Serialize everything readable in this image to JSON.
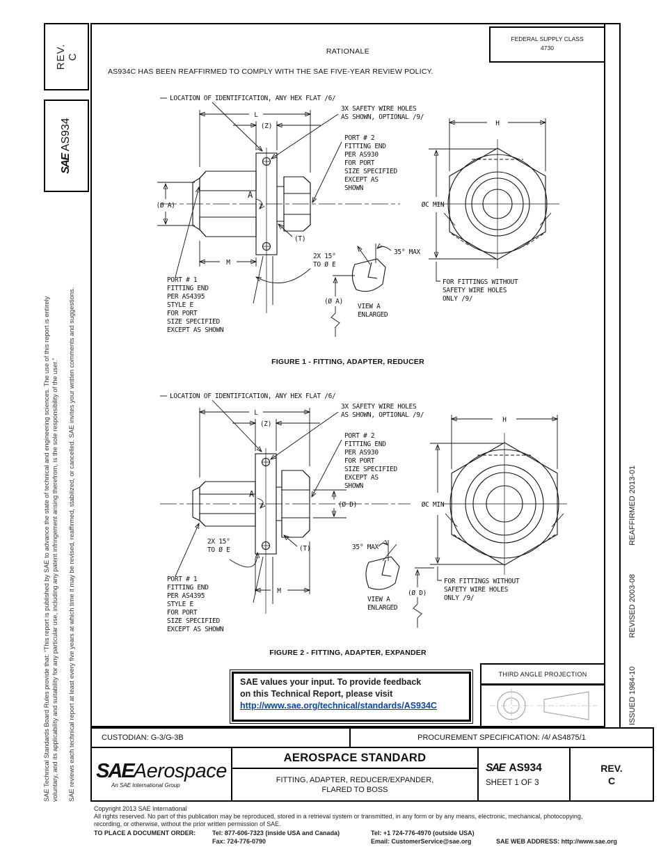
{
  "header": {
    "rev_label": "REV.",
    "rev_value": "C",
    "sae_logo": "SAE",
    "doc_number": "AS934",
    "federal_supply_class": "FEDERAL SUPPLY CLASS",
    "federal_supply_value": "4730",
    "rationale_title": "RATIONALE",
    "rationale_body": "AS934C HAS BEEN REAFFIRMED TO COMPLY WITH THE SAE FIVE-YEAR REVIEW POLICY."
  },
  "margins": {
    "left_notice_line1": "SAE Technical Standards Board Rules provide that: “This report is published by SAE to advance the state of technical and engineering sciences. The use of this report is entirely",
    "left_notice_line2": "voluntary, and its applicability and suitability for any particular use, including any patent infringement arising therefrom, is the sole responsibility of the user.”",
    "left_notice2": "SAE reviews each technical report at least every five years at which time it may be revised, reaffirmed, stabilized, or cancelled. SAE invites your written comments and suggestions.",
    "issued": "ISSUED 1984-10",
    "revised": "REVISED 2003-08",
    "reaffirmed": "REAFFIRMED 2013-01"
  },
  "figure1": {
    "caption": "FIGURE 1 - FITTING, ADAPTER, REDUCER",
    "location_id": "LOCATION OF IDENTIFICATION, ANY HEX FLAT /6/",
    "safety1": "3X SAFETY WIRE HOLES",
    "safety2": "AS SHOWN, OPTIONAL /9/",
    "port2": [
      "PORT # 2",
      "FITTING END",
      "PER AS930",
      "FOR PORT",
      "SIZE SPECIFIED",
      "EXCEPT AS",
      "SHOWN"
    ],
    "port1": [
      "PORT # 1",
      "FITTING END",
      "PER AS4395",
      "STYLE E",
      "FOR PORT",
      "SIZE SPECIFIED",
      "EXCEPT AS SHOWN"
    ],
    "dim_l": "L",
    "dim_z": "(Z)",
    "dim_m": "M",
    "dim_t": "(T)",
    "dim_h": "H",
    "dia_a": "(Ø A)",
    "view_ref": "A",
    "angle1a": "2X 15°",
    "angle1b": "TO Ø E",
    "angle2": "35° MAX",
    "dia_a2": "(Ø A)",
    "view_label": "VIEW A",
    "view_sub": "ENLARGED",
    "dia_c": "ØC MIN",
    "nosafety": [
      "FOR FITTINGS WITHOUT",
      "SAFETY WIRE HOLES",
      "ONLY /9/"
    ]
  },
  "figure2": {
    "caption": "FIGURE 2 - FITTING, ADAPTER, EXPANDER",
    "location_id": "LOCATION OF IDENTIFICATION, ANY HEX FLAT /6/",
    "safety1": "3X SAFETY WIRE HOLES",
    "safety2": "AS SHOWN, OPTIONAL /9/",
    "port2": [
      "PORT # 2",
      "FITTING END",
      "PER AS930",
      "FOR PORT",
      "SIZE SPECIFIED",
      "EXCEPT AS",
      "SHOWN"
    ],
    "port1": [
      "PORT # 1",
      "FITTING END",
      "PER AS4395",
      "STYLE E",
      "FOR PORT",
      "SIZE SPECIFIED",
      "EXCEPT AS SHOWN"
    ],
    "dim_l": "L",
    "dim_z": "(Z)",
    "dim_m": "M",
    "dim_t": "(T)",
    "dim_h": "H",
    "dia_d": "(Ø D)",
    "view_ref": "A",
    "angle1a": "2X 15°",
    "angle1b": "TO Ø E",
    "angle2": "35° MAX",
    "dia_d2": "(Ø D)",
    "view_label": "VIEW A",
    "view_sub": "ENLARGED",
    "dia_c": "ØC MIN",
    "nosafety": [
      "FOR FITTINGS WITHOUT",
      "SAFETY WIRE HOLES",
      "ONLY /9/"
    ]
  },
  "feedback": {
    "line1": "SAE values your input. To provide feedback",
    "line2": "on this Technical Report, please visit",
    "link": "http://www.sae.org/technical/standards/AS934C"
  },
  "projection": {
    "label": "THIRD ANGLE PROJECTION"
  },
  "titleblock": {
    "custodian": "CUSTODIAN: G-3/G-3B",
    "procurement": "PROCUREMENT SPECIFICATION: /4/ AS4875/1",
    "logo_sae": "SAE",
    "logo_aero": "Aerospace",
    "logo_sub": "An SAE International Group",
    "standard": "AEROSPACE STANDARD",
    "title1": "FITTING, ADAPTER, REDUCER/EXPANDER,",
    "title2": "FLARED TO BOSS",
    "doc_sae": "SAE",
    "doc_number": "AS934",
    "sheet": "SHEET 1 OF 3",
    "rev_label": "REV.",
    "rev_value": "C"
  },
  "footer": {
    "copyright": "Copyright 2013 SAE International",
    "rights1": "All rights reserved. No part of this publication may be reproduced, stored in a retrieval system or transmitted, in any form or by any means, electronic, mechanical, photocopying,",
    "rights2": "recording, or otherwise, without the prior written permission of SAE.",
    "order_label": "TO PLACE A DOCUMENT ORDER:",
    "tel1": "Tel: 877-606-7323 (inside USA and Canada)",
    "tel2": "Tel: +1 724-776-4970 (outside USA)",
    "fax": "Fax: 724-776-0790",
    "email": "Email: CustomerService@sae.org",
    "web": "SAE WEB ADDRESS: http://www.sae.org"
  }
}
